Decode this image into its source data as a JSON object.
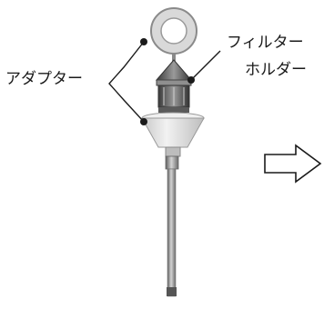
{
  "labels": {
    "adapter": "アダプター",
    "filter_holder_line1": "フィルター",
    "filter_holder_line2": "ホルダー"
  },
  "colors": {
    "background": "#ffffff",
    "ink": "#1a1a1a",
    "rod_dark": "#6e6e6e",
    "rod_light": "#c9c9c9",
    "funnel": "#e6e6e6",
    "holder_dark": "#4a4a4a"
  },
  "icons": {
    "arrow": "right-outline-arrow-icon"
  }
}
